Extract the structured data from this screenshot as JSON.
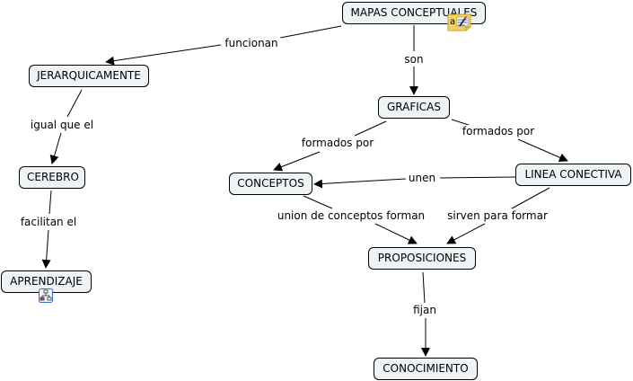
{
  "concepts": {
    "mapas": "MAPAS CONCEPTUALES",
    "jerarquicamente": "JERARQUICAMENTE",
    "cerebro": "CEREBRO",
    "aprendizaje": "APRENDIZAJE",
    "graficas": "GRAFICAS",
    "conceptos": "CONCEPTOS",
    "linea": "LINEA CONECTIVA",
    "proposiciones": "PROPOSICIONES",
    "conocimiento": "CONOCIMIENTO"
  },
  "links": {
    "funcionan": "funcionan",
    "igual": "igual que el",
    "facilitan": "facilitan el",
    "son": "son",
    "formados1": "formados por",
    "formados2": "formados por",
    "unen": "unen",
    "union": "union de conceptos forman",
    "sirven": "sirven para formar",
    "fijan": "fijan"
  },
  "icons": {
    "mapas_note": "text-note-icon",
    "aprendizaje_submap": "concept-map-link-icon"
  },
  "colors": {
    "node_fill": "#eef3f6",
    "node_border": "#000000",
    "line": "#000000",
    "note_icon": "#f5d35a"
  }
}
